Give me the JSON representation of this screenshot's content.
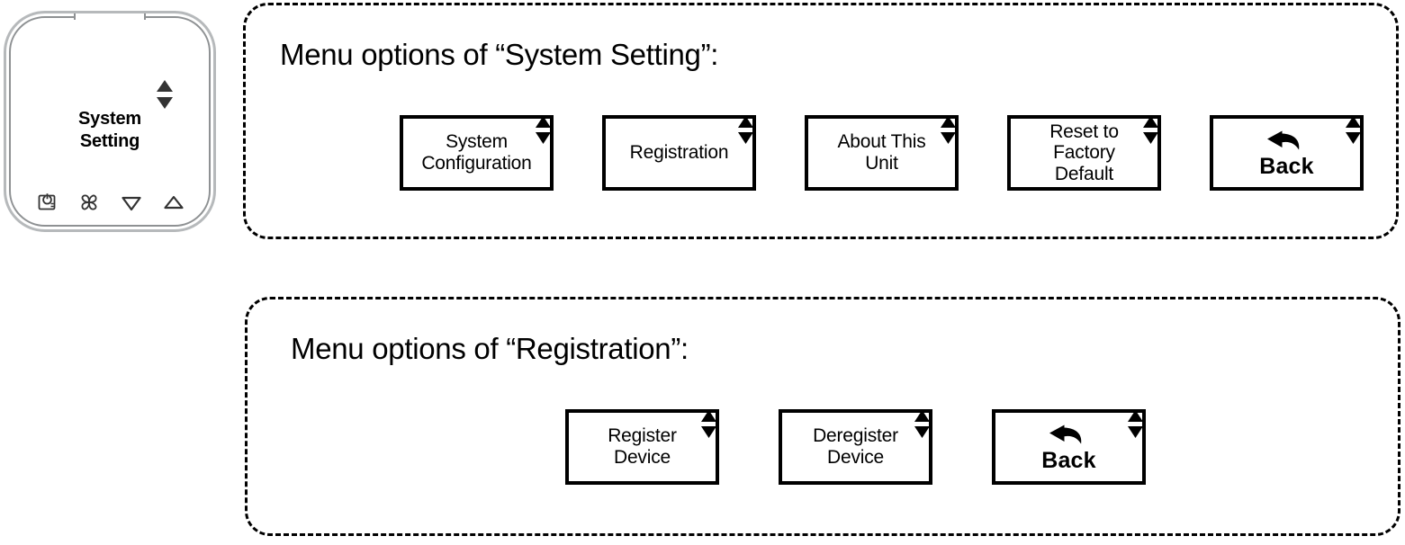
{
  "device": {
    "name": "thermostat-controller",
    "screen_title_line1": "System",
    "screen_title_line2": "Setting",
    "updown_icon": "up-down-arrows-icon",
    "notch": "speaker-notch",
    "bottom_icons": [
      {
        "name": "power-display-icon",
        "label": "Power / Display"
      },
      {
        "name": "fan-icon",
        "label": "Fan"
      },
      {
        "name": "arrow-down-icon",
        "label": "Down"
      },
      {
        "name": "arrow-up-icon",
        "label": "Up"
      }
    ]
  },
  "colors": {
    "outline": "#000000",
    "device_shell": "#b6b9bb",
    "device_shell_inner": "#8e9193",
    "arrow_dark": "#333333",
    "background": "#ffffff"
  },
  "panels": [
    {
      "id": "system-setting",
      "heading": "Menu options of “System Setting”:",
      "options": [
        {
          "name": "menu-option-system-configuration",
          "lines": [
            "System",
            "Configuration"
          ],
          "type": "option"
        },
        {
          "name": "menu-option-registration",
          "lines": [
            "Registration"
          ],
          "type": "option"
        },
        {
          "name": "menu-option-about-this-unit",
          "lines": [
            "About This",
            "Unit"
          ],
          "type": "option"
        },
        {
          "name": "menu-option-reset-to-factory-default",
          "lines": [
            "Reset to",
            "Factory",
            "Default"
          ],
          "type": "option"
        },
        {
          "name": "menu-option-back",
          "lines": [
            "Back"
          ],
          "type": "back",
          "icon": "back-arrow-icon"
        }
      ]
    },
    {
      "id": "registration",
      "heading": "Menu options of “Registration”:",
      "options": [
        {
          "name": "menu-option-register-device",
          "lines": [
            "Register",
            "Device"
          ],
          "type": "option"
        },
        {
          "name": "menu-option-deregister-device",
          "lines": [
            "Deregister",
            "Device"
          ],
          "type": "option"
        },
        {
          "name": "menu-option-back",
          "lines": [
            "Back"
          ],
          "type": "back",
          "icon": "back-arrow-icon"
        }
      ]
    }
  ]
}
